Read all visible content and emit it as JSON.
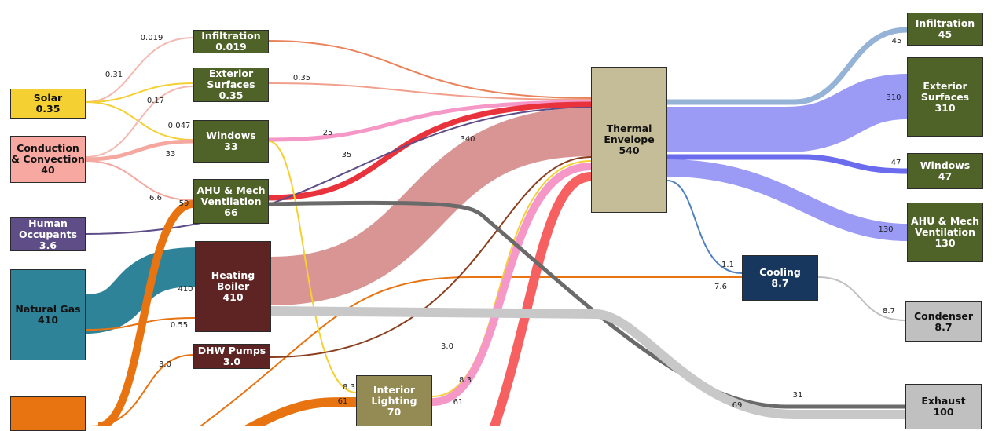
{
  "nodes": [
    {
      "id": "solar",
      "name": "Solar",
      "value": "0.35",
      "color": "#f5d033",
      "dark": true
    },
    {
      "id": "conduction",
      "name": "Conduction\n& Convection",
      "value": "40",
      "color": "#f7a9a1",
      "dark": true
    },
    {
      "id": "occupants",
      "name": "Human\nOccupants",
      "value": "3.6",
      "color": "#5e4d87",
      "dark": false
    },
    {
      "id": "gas",
      "name": "Natural Gas",
      "value": "410",
      "color": "#2f8399",
      "dark": true
    },
    {
      "id": "electric",
      "name": "",
      "value": "",
      "color": "#e87311",
      "dark": false
    },
    {
      "id": "infil_in",
      "name": "Infiltration",
      "value": "0.019",
      "color": "#4f6228",
      "dark": false
    },
    {
      "id": "ext_in",
      "name": "Exterior\nSurfaces",
      "value": "0.35",
      "color": "#4f6228",
      "dark": false
    },
    {
      "id": "win_in",
      "name": "Windows",
      "value": "33",
      "color": "#4f6228",
      "dark": false
    },
    {
      "id": "ahu_in",
      "name": "AHU & Mech\nVentilation",
      "value": "66",
      "color": "#4f6228",
      "dark": false
    },
    {
      "id": "boiler",
      "name": "Heating\nBoiler",
      "value": "410",
      "color": "#5e2424",
      "dark": false
    },
    {
      "id": "dhw",
      "name": "DHW Pumps",
      "value": "3.0",
      "color": "#5e2424",
      "dark": false
    },
    {
      "id": "lighting",
      "name": "Interior\nLighting",
      "value": "70",
      "color": "#948a54",
      "dark": false
    },
    {
      "id": "thermal",
      "name": "Thermal\nEnvelope",
      "value": "540",
      "color": "#c4bd97",
      "dark": true
    },
    {
      "id": "cooling",
      "name": "Cooling",
      "value": "8.7",
      "color": "#17375e",
      "dark": false
    },
    {
      "id": "infil_out",
      "name": "Infiltration",
      "value": "45",
      "color": "#4f6228",
      "dark": false
    },
    {
      "id": "ext_out",
      "name": "Exterior\nSurfaces",
      "value": "310",
      "color": "#4f6228",
      "dark": false
    },
    {
      "id": "win_out",
      "name": "Windows",
      "value": "47",
      "color": "#4f6228",
      "dark": false
    },
    {
      "id": "ahu_out",
      "name": "AHU & Mech\nVentilation",
      "value": "130",
      "color": "#4f6228",
      "dark": false
    },
    {
      "id": "condenser",
      "name": "Condenser",
      "value": "8.7",
      "color": "#c0c0c0",
      "dark": true
    },
    {
      "id": "exhaust",
      "name": "Exhaust",
      "value": "100",
      "color": "#c0c0c0",
      "dark": true
    }
  ],
  "flows": [
    {
      "id": "solar-infil",
      "value": 0.019,
      "label": "0.019",
      "color": "#f4b8b0"
    },
    {
      "id": "solar-ext",
      "value": 0.31,
      "label": "0.31",
      "color": "#f5d033"
    },
    {
      "id": "solar-win",
      "value": 0.047,
      "label": "0.047",
      "color": "#f5d033"
    },
    {
      "id": "cond-ext",
      "value": 0.17,
      "label": "0.17",
      "color": "#f4b8b0"
    },
    {
      "id": "cond-win",
      "value": 33,
      "label": "33",
      "color": "#f4a8a0"
    },
    {
      "id": "cond-ahu",
      "value": 6.6,
      "label": "6.6",
      "color": "#f4a8a0"
    },
    {
      "id": "infil-thermal",
      "value": 0.019,
      "label": "",
      "color": "#e9835c"
    },
    {
      "id": "ext-thermal",
      "value": 0.35,
      "label": "0.35",
      "color": "#f0a08c"
    },
    {
      "id": "win-thermal",
      "value": 25,
      "label": "25",
      "color": "#f598c8"
    },
    {
      "id": "ahu-thermal",
      "value": 35,
      "label": "35",
      "color": "#e8323c"
    },
    {
      "id": "occ-thermal",
      "value": 3.6,
      "label": "",
      "color": "#5e4d87"
    },
    {
      "id": "gas-boiler",
      "value": 410,
      "label": "410",
      "color": "#2f8399"
    },
    {
      "id": "boiler-thermal",
      "value": 340,
      "label": "340",
      "color": "#d99594"
    },
    {
      "id": "gas-dhw",
      "value": 0.55,
      "label": "0.55",
      "color": "#e87311"
    },
    {
      "id": "elec-ahu",
      "value": 59,
      "label": "59",
      "color": "#e87311"
    },
    {
      "id": "elec-dhw",
      "value": 3.0,
      "label": "3.0",
      "color": "#e87311"
    },
    {
      "id": "elec-lighting",
      "value": 61,
      "label": "61",
      "color": "#e87311"
    },
    {
      "id": "elec-cooling",
      "value": 7.6,
      "label": "7.6",
      "color": "#e87311"
    },
    {
      "id": "win-lighting",
      "value": 8.3,
      "label": "8.3",
      "color": "#f5d033"
    },
    {
      "id": "lighting-thermal-y",
      "value": 8.3,
      "label": "8.3",
      "color": "#f5d033"
    },
    {
      "id": "lighting-thermal-p",
      "value": 61,
      "label": "61",
      "color": "#f598c8"
    },
    {
      "id": "dhw-thermal",
      "value": 3.0,
      "label": "3.0",
      "color": "#8b3e1e"
    },
    {
      "id": "red-thermal",
      "value": 70,
      "label": "",
      "color": "#f76060"
    },
    {
      "id": "ahu-exhaust",
      "value": 31,
      "label": "31",
      "color": "#6a6a6a"
    },
    {
      "id": "boiler-exhaust",
      "value": 69,
      "label": "69",
      "color": "#c8c8c8"
    },
    {
      "id": "thermal-infil",
      "value": 45,
      "label": "45",
      "color": "#95b3d7"
    },
    {
      "id": "thermal-ext",
      "value": 310,
      "label": "310",
      "color": "#9b9bf5"
    },
    {
      "id": "thermal-win",
      "value": 47,
      "label": "47",
      "color": "#6b6bee"
    },
    {
      "id": "thermal-ahu",
      "value": 130,
      "label": "130",
      "color": "#9b9bf5"
    },
    {
      "id": "thermal-cooling",
      "value": 1.1,
      "label": "1.1",
      "color": "#4f81bd"
    },
    {
      "id": "cooling-condenser",
      "value": 8.7,
      "label": "8.7",
      "color": "#c0c0c0"
    }
  ]
}
